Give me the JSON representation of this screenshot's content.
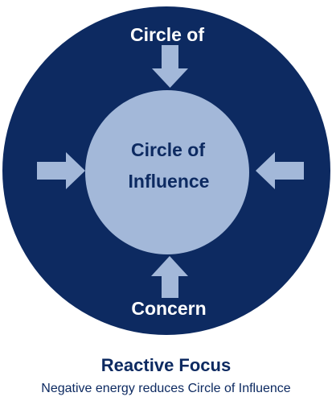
{
  "diagram": {
    "outer_label_top": "Circle of",
    "outer_label_bottom": "Concern",
    "inner_label_line1": "Circle of",
    "inner_label_line2": "Influence",
    "colors": {
      "outer_circle": "#0d2a61",
      "inner_circle": "#a3b8d9",
      "arrows": "#a3b8d9",
      "outer_text": "#ffffff",
      "inner_text": "#0d2a61"
    }
  },
  "caption": {
    "title": "Reactive Focus",
    "subtitle": "Negative energy reduces Circle of Influence"
  }
}
